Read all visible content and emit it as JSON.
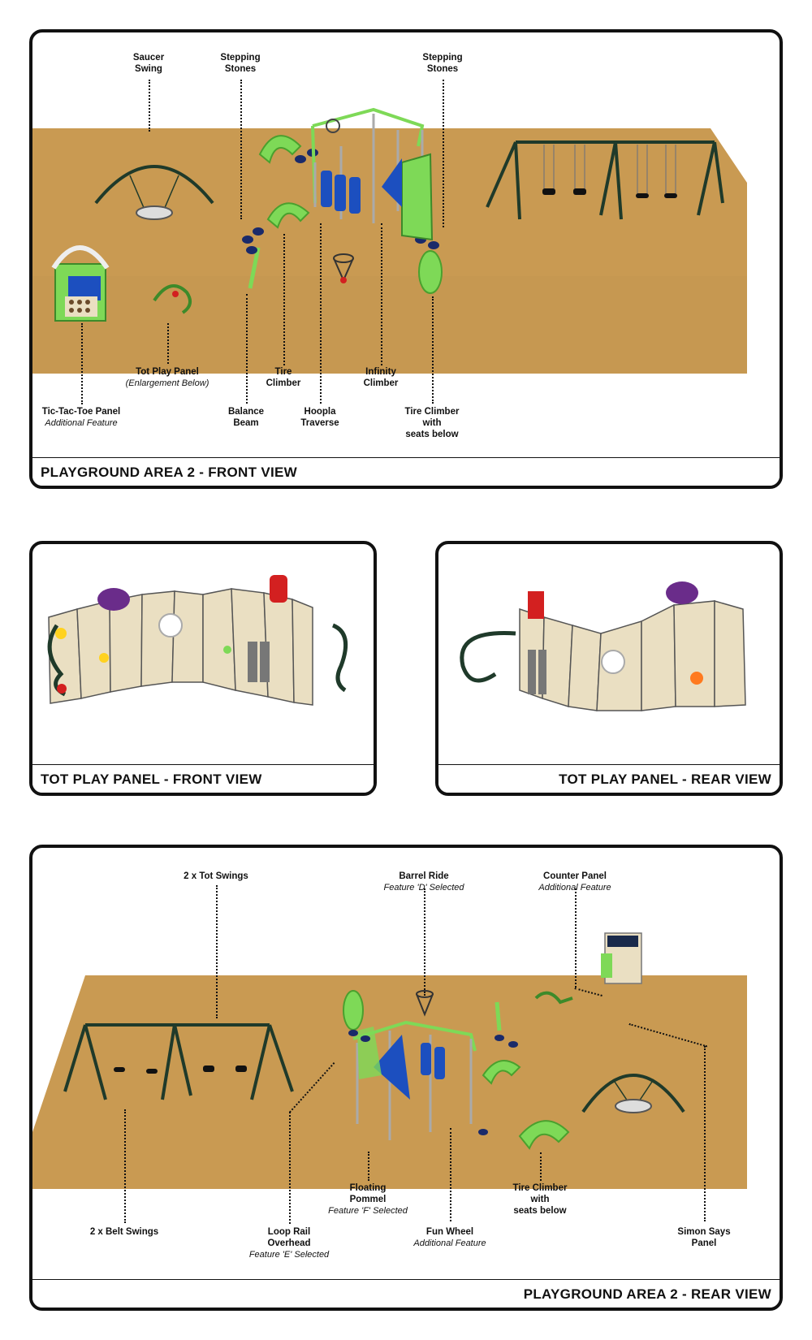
{
  "colors": {
    "ground": "#c99a52",
    "ground_shadow": "#b3853f",
    "frame": "#1f3a2a",
    "accent_green": "#7ed957",
    "accent_blue": "#1c4fbf",
    "panel_cream": "#eadfc2",
    "purple": "#6a2c8a",
    "red": "#d32020"
  },
  "front_view": {
    "title": "PLAYGROUND AREA 2 -  FRONT VIEW",
    "labels": {
      "saucer_swing": {
        "line1": "Saucer",
        "line2": "Swing"
      },
      "stepping_stones_left": {
        "line1": "Stepping",
        "line2": "Stones"
      },
      "stepping_stones_right": {
        "line1": "Stepping",
        "line2": "Stones"
      },
      "tot_play_panel": {
        "line1": "Tot Play Panel",
        "note": "(Enlargement Below)"
      },
      "tic_tac_toe": {
        "line1": "Tic-Tac-Toe Panel",
        "note": "Additional Feature"
      },
      "balance_beam": {
        "line1": "Balance",
        "line2": "Beam"
      },
      "tire_climber": {
        "line1": "Tire",
        "line2": "Climber"
      },
      "hoopla_traverse": {
        "line1": "Hoopla",
        "line2": "Traverse"
      },
      "infinity_climber": {
        "line1": "Infinity",
        "line2": "Climber"
      },
      "tire_climber_seats": {
        "line1": "Tire Climber",
        "line2": "with",
        "line3": "seats below"
      }
    }
  },
  "tot_front": {
    "title": "TOT PLAY PANEL - FRONT VIEW"
  },
  "tot_rear": {
    "title": "TOT PLAY PANEL - REAR VIEW"
  },
  "rear_view": {
    "title": "PLAYGROUND AREA 2 - REAR VIEW",
    "labels": {
      "tot_swings": {
        "line1": "2 x Tot Swings"
      },
      "barrel_ride": {
        "line1": "Barrel Ride",
        "note": "Feature 'D' Selected"
      },
      "counter_panel": {
        "line1": "Counter Panel",
        "note": "Additional Feature"
      },
      "belt_swings": {
        "line1": "2 x Belt Swings"
      },
      "loop_rail": {
        "line1": "Loop Rail",
        "line2": "Overhead",
        "note": "Feature 'E' Selected"
      },
      "floating_pommel": {
        "line1": "Floating",
        "line2": "Pommel",
        "note": "Feature 'F' Selected"
      },
      "fun_wheel": {
        "line1": "Fun Wheel",
        "note": "Additional Feature"
      },
      "tire_climber_seats": {
        "line1": "Tire Climber",
        "line2": "with",
        "line3": "seats below"
      },
      "simon_says": {
        "line1": "Simon Says",
        "line2": "Panel"
      }
    }
  }
}
